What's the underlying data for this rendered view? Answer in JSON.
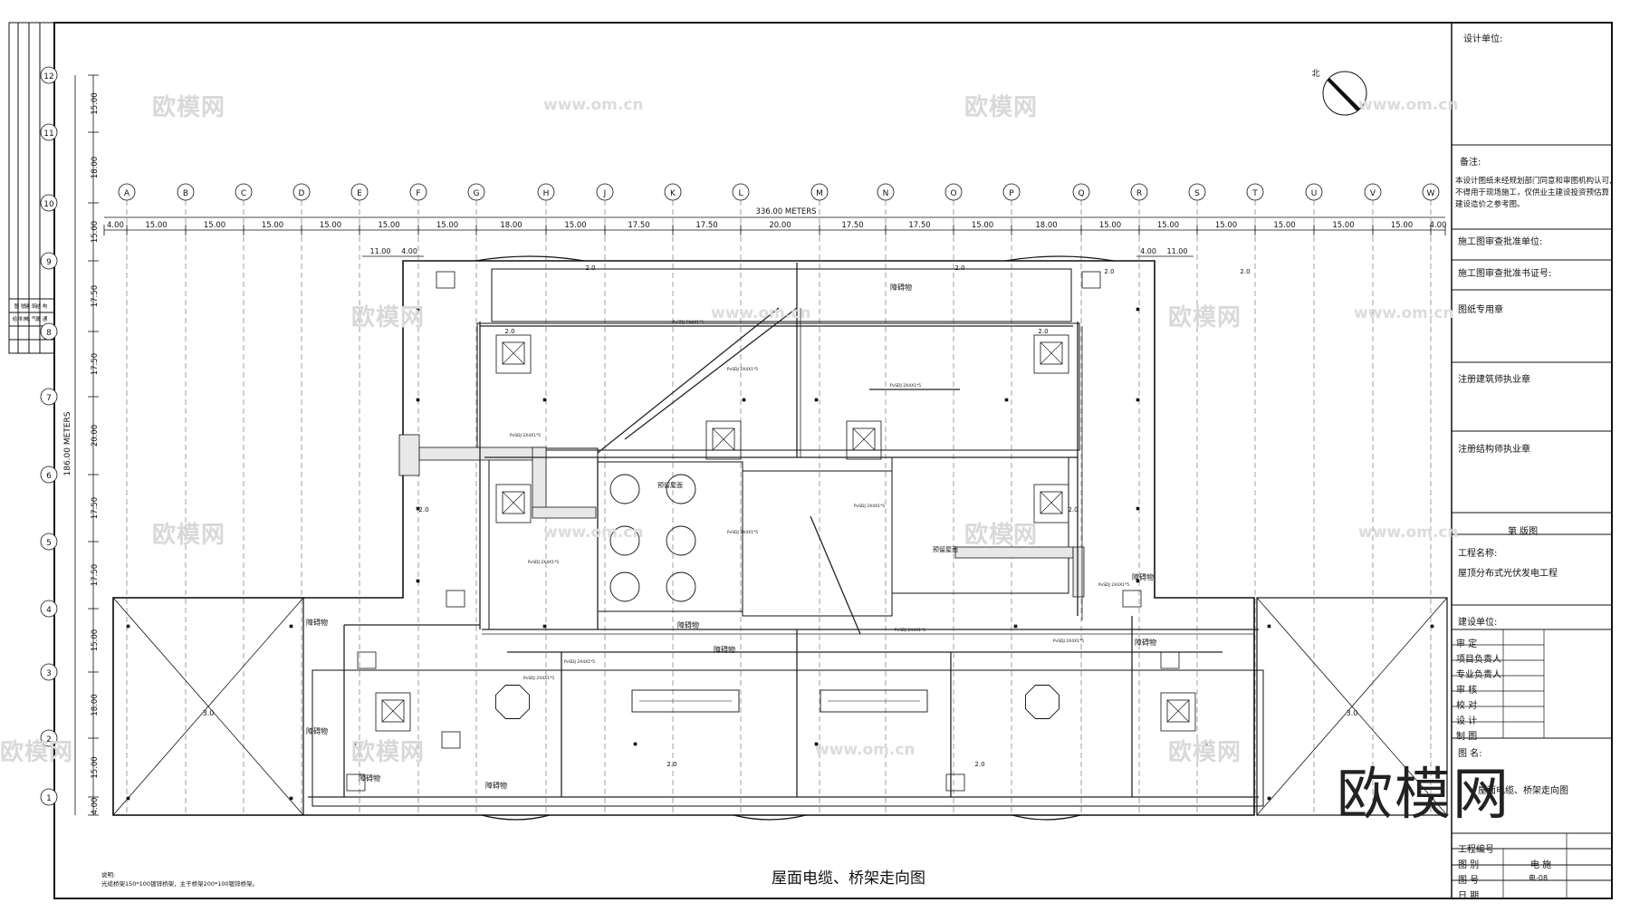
{
  "drawing": {
    "caption": "屋面电缆、桥架走向图",
    "note_title": "说明:",
    "note_line": "光缆桥架150*100镀锌桥架，主干桥架200*100镀锌桥架。",
    "overall_width": "336.00 METERS",
    "overall_height": "186.00 METERS",
    "north_label": "北",
    "col_axes": [
      "A",
      "B",
      "C",
      "D",
      "E",
      "F",
      "G",
      "H",
      "J",
      "K",
      "L",
      "M",
      "N",
      "O",
      "P",
      "Q",
      "R",
      "S",
      "T",
      "U",
      "V",
      "W"
    ],
    "col_dims": [
      "4.00",
      "15.00",
      "15.00",
      "15.00",
      "15.00",
      "15.00",
      "15.00",
      "18.00",
      "15.00",
      "17.50",
      "17.50",
      "20.00",
      "17.50",
      "17.50",
      "15.00",
      "18.00",
      "15.00",
      "15.00",
      "15.00",
      "15.00",
      "15.00",
      "15.00",
      "4.00"
    ],
    "sub_dims": [
      "11.00",
      "4.00",
      "4.00",
      "11.00"
    ],
    "row_axes": [
      "12",
      "11",
      "10",
      "9",
      "8",
      "7",
      "6",
      "5",
      "4",
      "3",
      "2",
      "1"
    ],
    "row_dims": [
      "15.00",
      "18.00",
      "15.00",
      "17.50",
      "17.50",
      "20.00",
      "17.50",
      "17.50",
      "15.00",
      "18.00",
      "15.00",
      "4.00"
    ],
    "obstacle_label": "障碍物",
    "pv_label": "预留屋面",
    "slope_label": "2.0",
    "big_slope": "3.0",
    "tray_label": "PvSDJ 2X4X1*5",
    "watermark_text": "欧模网",
    "watermark_url": "www.om.cn"
  },
  "left_strip": {
    "labels": [
      "图  號",
      "建 筑",
      "结 构",
      "给排水",
      "电 气",
      "暖 通"
    ]
  },
  "title_block": {
    "design_unit": "设计单位:",
    "remark_title": "备注:",
    "remark_text": [
      "本设计图纸未经规划部门同意和审图机构认可,",
      "不得用于现场施工，仅供业主建设投资预估算",
      "建设造价之参考图。"
    ],
    "review_unit": "施工图审查批准单位:",
    "review_cert": "施工图审查批准书证号:",
    "drawing_seal": "图纸专用章",
    "arch_seal": "注册建筑师执业章",
    "struct_seal": "注册结构师执业章",
    "edition": "第    版图",
    "project_name_label": "工程名称:",
    "project_name": "屋顶分布式光伏发电工程",
    "client_label": "建设单位:",
    "approvals": [
      "审      定",
      "项目负责人",
      "专业负责人",
      "审      核",
      "校      对",
      "设      计",
      "制      图"
    ],
    "drawing_name_label": "图  名:",
    "drawing_name": "屋面电缆、桥架走向图",
    "project_no": "工程编号",
    "category_label": "图      别",
    "category": "电  施",
    "number_label": "图      号",
    "number": "电-08",
    "date_label": "日      期"
  },
  "brand_watermark": "欧模网"
}
